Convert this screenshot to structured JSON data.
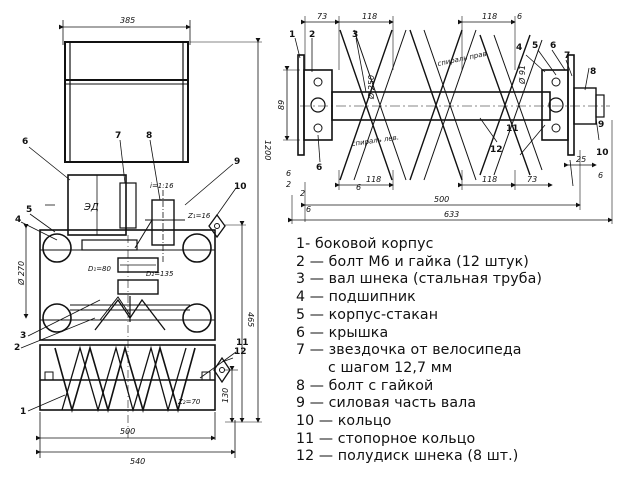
{
  "left_view": {
    "dims": {
      "top_width": "385",
      "height_right": "1200",
      "d_left": "Ø 270",
      "h_465": "465",
      "h_130": "130",
      "w_500": "500",
      "w_540": "540"
    },
    "labels": {
      "motor": "ЭД",
      "i_ratio": "i=1:16",
      "z_top_right": "Z₁=16",
      "d1": "D₁=80",
      "d2": "D₂=135",
      "z_bottom": "Z₂=70"
    },
    "numbers": {
      "n1": "1",
      "n2": "2",
      "n3": "3",
      "n4": "4",
      "n5": "5",
      "n6": "6",
      "n7": "7",
      "n8": "8",
      "n9": "9",
      "n10": "10",
      "n11": "11",
      "n12": "12"
    }
  },
  "right_view": {
    "dims": {
      "d73_top": "73",
      "d118_a": "118",
      "d118_b": "118",
      "d6_top": "6",
      "d250": "Ø 250",
      "d91": "Ø 91",
      "d89": "89",
      "d6_left": "6",
      "d2_left": "2",
      "d6_mid": "6",
      "d118_c": "118",
      "d118_d": "118",
      "d73_bottom": "73",
      "d25": "25",
      "d6_right": "6",
      "d500": "500",
      "d633": "633",
      "d2_bottom": "2",
      "d6_bottom": "6"
    },
    "labels": {
      "spiral_right": "спираль прав.",
      "spiral_left": "спираль лев."
    },
    "numbers": {
      "n1": "1",
      "n2": "2",
      "n3": "3",
      "n4": "4",
      "n5": "5",
      "n6": "6",
      "n7": "7",
      "n8": "8",
      "n9": "9",
      "n10": "10",
      "n11": "11",
      "n12": "12",
      "n6b": "6"
    }
  },
  "legend": [
    {
      "text": "1- боковой корпус",
      "indent": false
    },
    {
      "text": "2 — болт М6 и гайка (12 штук)",
      "indent": false
    },
    {
      "text": "3 — вал шнека (стальная труба)",
      "indent": false
    },
    {
      "text": "4 — подшипник",
      "indent": false
    },
    {
      "text": "5 — корпус-стакан",
      "indent": false
    },
    {
      "text": "6 — крышка",
      "indent": false
    },
    {
      "text": "7 — звездочка от велосипеда",
      "indent": false
    },
    {
      "text": "с шагом 12,7 мм",
      "indent": true
    },
    {
      "text": "8 — болт с гайкой",
      "indent": false
    },
    {
      "text": "9 — силовая часть вала",
      "indent": false
    },
    {
      "text": "10 — кольцо",
      "indent": false
    },
    {
      "text": "11 — стопорное кольцо",
      "indent": false
    },
    {
      "text": "12 — полудиск шнека (8 шт.)",
      "indent": false
    }
  ]
}
